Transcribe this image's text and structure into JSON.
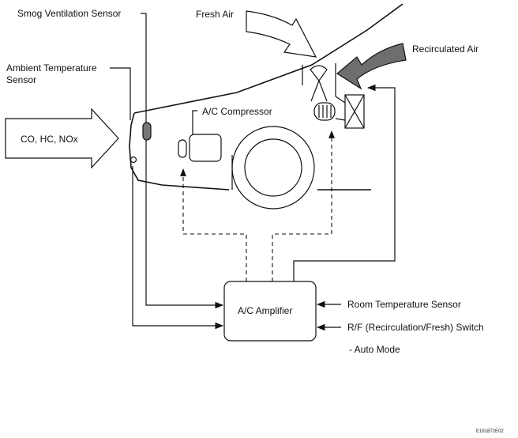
{
  "labels": {
    "smog_sensor": "Smog Ventilation Sensor",
    "fresh_air": "Fresh Air",
    "recirculated_air": "Recirculated Air",
    "ambient_temp_line1": "Ambient Temperature",
    "ambient_temp_line2": "Sensor",
    "ac_compressor": "A/C Compressor",
    "exhaust_gases": "CO, HC, NOx",
    "ac_amplifier": "A/C Amplifier",
    "room_temp_sensor": "Room Temperature Sensor",
    "rf_switch": "R/F (Recirculation/Fresh) Switch",
    "auto_mode": "- Auto Mode",
    "figure_code": "E161872E02"
  },
  "colors": {
    "line": "#111111",
    "recirc_arrow_fill": "#6e6e6e",
    "sensor_fill": "#777777"
  }
}
